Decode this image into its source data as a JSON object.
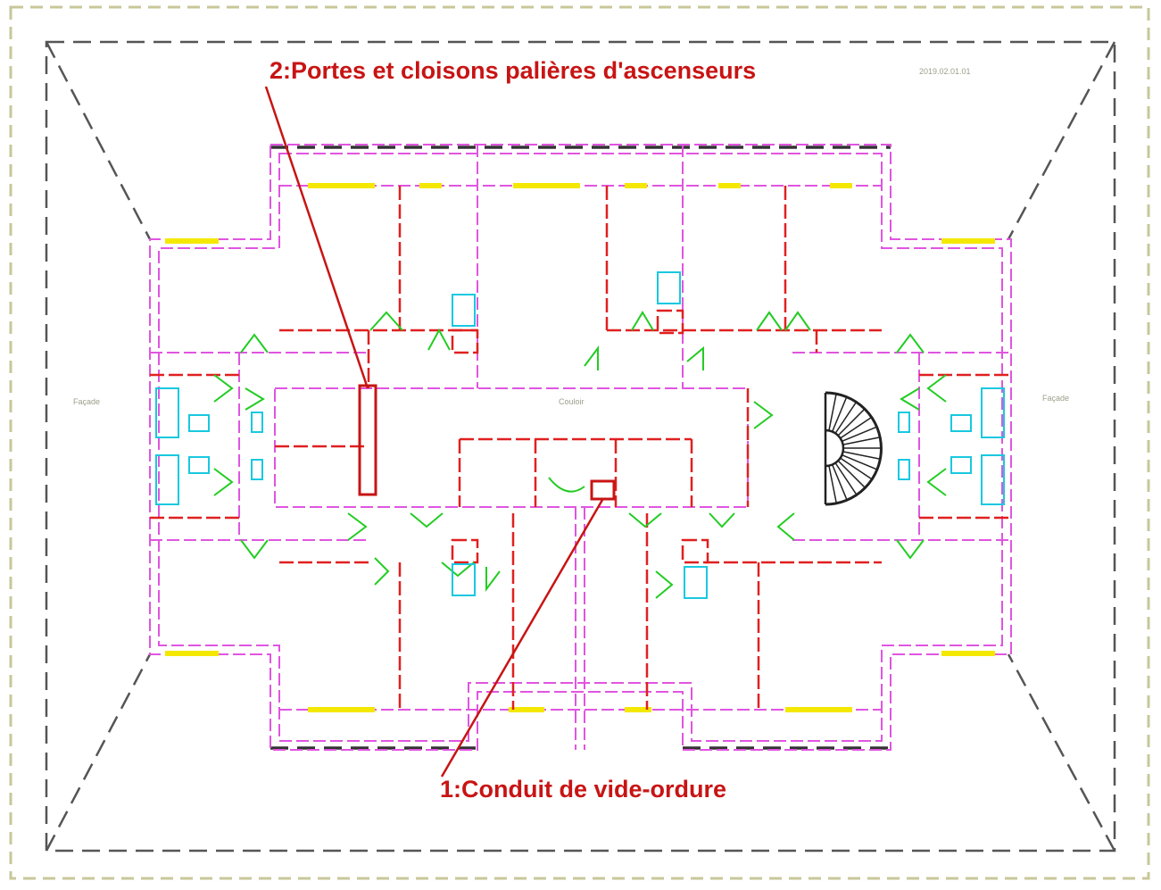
{
  "colors": {
    "border_dash": "#c8c79a",
    "outline_dash": "#555555",
    "wall": "#e055e0",
    "partition": "#e02020",
    "door": "#22cc22",
    "window": "#f4e800",
    "fixture": "#19c8e0",
    "annotation": "#c81414",
    "stair": "#222222"
  },
  "icons": {
    "stair": "spiral-staircase-icon"
  },
  "annotations": {
    "landing": "2:Portes et cloisons palières d'ascenseurs",
    "chute": "1:Conduit de vide-ordure"
  },
  "small_labels": {
    "date": "2019.02.01.01",
    "facade_left": "Façade",
    "facade_right": "Façade",
    "corridor": "Couloir"
  }
}
